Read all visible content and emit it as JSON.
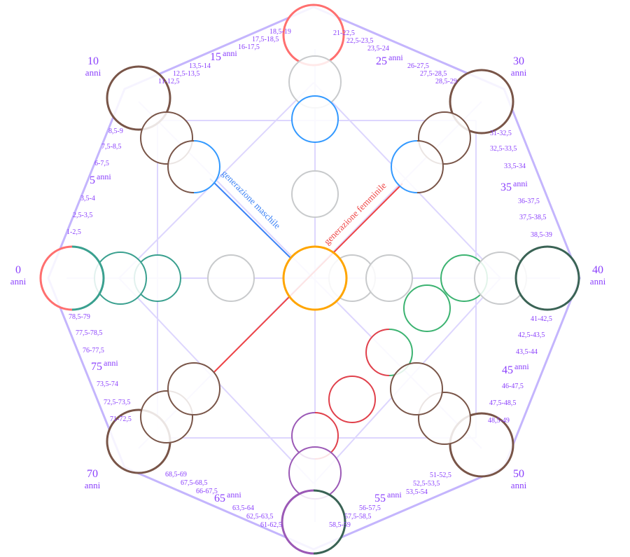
{
  "colors": {
    "frame": "#c4b5fd",
    "grid": "#ddd6fe",
    "label": "#8a3ffc",
    "red": "#ff6f6f",
    "deep_red": "#e0404b",
    "grey": "#c8cacc",
    "blue": "#3399ff",
    "orange": "#ffa500",
    "green": "#3cb371",
    "dark_green": "#3a6355",
    "teal": "#3aa08f",
    "brown": "#795548",
    "purple": "#9b59b6",
    "male_line": "#3b82f6",
    "female_line": "#ef4444"
  },
  "corners": [
    {
      "num": "0",
      "unit": "anni"
    },
    {
      "num": "10",
      "unit": "anni"
    },
    {
      "num": "30",
      "unit": "anni"
    },
    {
      "num": "40",
      "unit": "anni"
    },
    {
      "num": "50",
      "unit": "anni"
    },
    {
      "num": "70",
      "unit": "anni"
    }
  ],
  "ranges": {
    "top_left": [
      "11-12,5",
      "12,5-13,5",
      "13,5-14",
      "16-17,5",
      "17,5-18,5",
      "18,5-19"
    ],
    "top_right": [
      "21-22,5",
      "22,5-23,5",
      "23,5-24",
      "26-27,5",
      "27,5-28,5",
      "28,5-29"
    ],
    "left_upper": [
      "8,5-9",
      "7,5-8,5",
      "6-7,5",
      "3,5-4",
      "2,5-3,5",
      "1-2,5"
    ],
    "right_upper": [
      "31-32,5",
      "32,5-33,5",
      "33,5-34",
      "36-37,5",
      "37,5-38,5",
      "38,5-39"
    ],
    "right_lower": [
      "41-42,5",
      "42,5-43,5",
      "43,5-44",
      "46-47,5",
      "47,5-48,5",
      "48,5-49"
    ],
    "left_lower": [
      "78,5-79",
      "77,5-78,5",
      "76-77,5",
      "73,5-74",
      "72,5-73,5",
      "71-72,5"
    ],
    "bottom_left": [
      "68,5-69",
      "67,5-68,5",
      "66-67,5",
      "63,5-64",
      "62,5-63,5",
      "61-62,5"
    ],
    "bottom_right": [
      "51-52,5",
      "52,5-53,5",
      "53,5-54",
      "56-57,5",
      "57,5-58,5",
      "58,5-59"
    ]
  },
  "milestones": [
    {
      "num": "15",
      "unit": "anni"
    },
    {
      "num": "25",
      "unit": "anni"
    },
    {
      "num": "5",
      "unit": "anni"
    },
    {
      "num": "35",
      "unit": "anni"
    },
    {
      "num": "45",
      "unit": "anni"
    },
    {
      "num": "75",
      "unit": "anni"
    },
    {
      "num": "65",
      "unit": "anni"
    },
    {
      "num": "55",
      "unit": "anni"
    }
  ],
  "generations": {
    "male": "generazione maschile",
    "female": "generazione femminile"
  }
}
